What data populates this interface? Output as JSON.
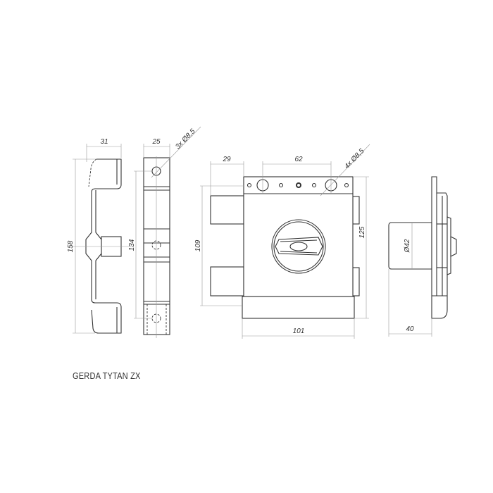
{
  "title": "GERDA TYTAN ZX",
  "dimensions": {
    "strike_width": "31",
    "strike_height": "158",
    "plate_width": "25",
    "plate_hole_span": "134",
    "plate_holes": "3x  Ø8,5",
    "bolt_offset": "29",
    "hole_spacing": "62",
    "body_holes": "4x  Ø8,5",
    "bolt_span": "109",
    "body_height": "125",
    "body_width": "101",
    "cylinder_diameter": "Ø42",
    "cylinder_depth": "40"
  }
}
